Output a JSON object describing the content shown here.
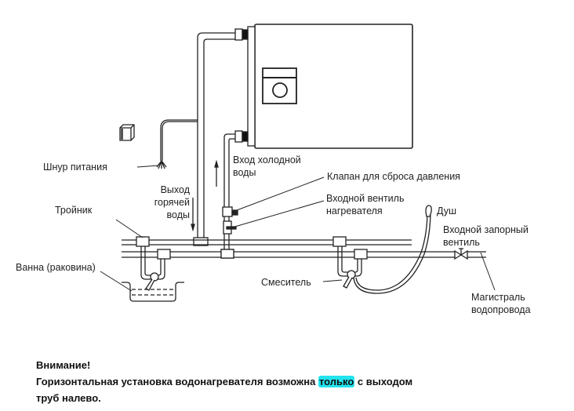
{
  "labels": {
    "power_cord": "Шнур питания",
    "hot_outlet": [
      "Выход",
      "горячей",
      "воды"
    ],
    "cold_inlet": [
      "Вход холодной",
      "воды"
    ],
    "relief_valve": "Клапан для сброса давления",
    "heater_inlet_valve": [
      "Входной вентиль",
      "нагревателя"
    ],
    "tee": "Тройник",
    "shower": "Душ",
    "shutoff_valve": [
      "Входной запорный",
      "вентиль"
    ],
    "bath": "Ванна (раковина)",
    "mixer": "Смеситель",
    "main_line": [
      "Магистраль",
      "водопровода"
    ]
  },
  "note": {
    "title": "Внимание!",
    "line1_before": "Горизонтальная установка водонагревателя возможна ",
    "line1_highlight": "только",
    "line1_after": " с выходом",
    "line2": "труб налево.",
    "highlight_color": "#22e3ee"
  }
}
